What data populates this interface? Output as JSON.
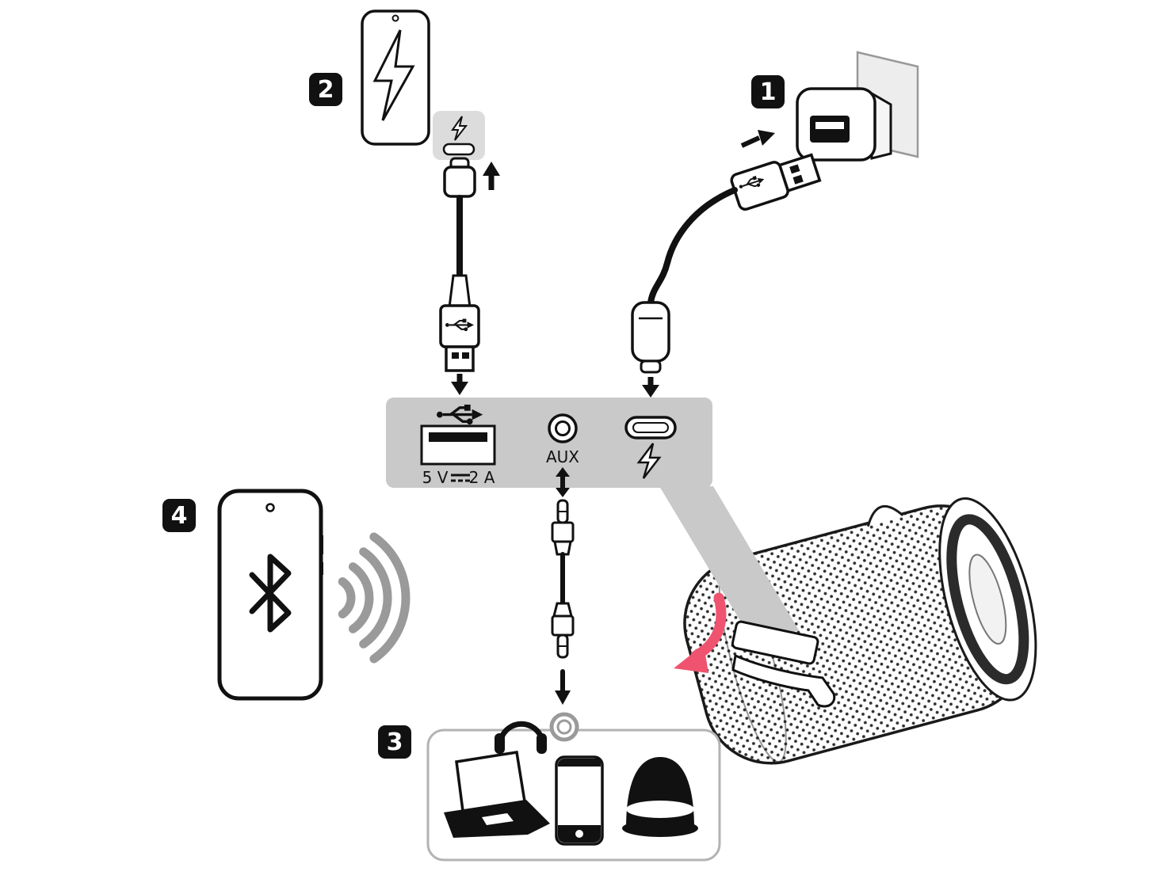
{
  "badges": {
    "step1": "1",
    "step2": "2",
    "step3": "3",
    "step4": "4"
  },
  "port_panel": {
    "usb_voltage_label": "5 V",
    "usb_current_label": "2 A",
    "aux_label": "AUX"
  },
  "colors": {
    "panel_gray": "#c9c9c9",
    "wedge_gray": "#c9c9c9",
    "callout_gray": "#dcdcdc",
    "wave_gray": "#9a9a9a",
    "wall_gray": "#ededed",
    "box_border_gray": "#b3b3b3",
    "accent_pink": "#f0536f",
    "line_black": "#111111"
  },
  "icons": [
    "charging-lightning-icon",
    "usb-trident-icon",
    "dc-symbol-icon",
    "aux-jack-icon",
    "usb-c-port-icon",
    "headphones-icon",
    "laptop-icon",
    "smartphone-icon",
    "home-speaker-icon",
    "bluetooth-icon",
    "signal-waves-icon",
    "power-adapter",
    "wall-outlet",
    "open-cover-arrow-icon"
  ]
}
